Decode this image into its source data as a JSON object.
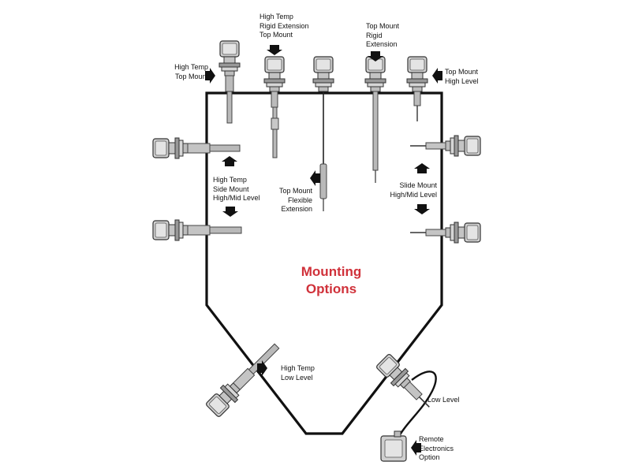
{
  "title": "Mounting\nOptions",
  "labels": {
    "high_temp_top_mount": "High Temp\nTop Mount",
    "high_temp_rigid_ext": "High Temp\nRigid Extension\nTop Mount",
    "top_mount_rigid_ext": "Top Mount\nRigid\nExtension",
    "top_mount_high_level": "Top Mount\nHigh Level",
    "high_temp_side_mount": "High Temp\nSide Mount\nHigh/Mid Level",
    "top_mount_flexible_ext": "Top Mount\nFlexible\nExtension",
    "slide_mount": "Slide Mount\nHigh/Mid Level",
    "high_temp_low_level": "High Temp\nLow Level",
    "low_level": "Low Level",
    "remote_electronics": "Remote\nElectronics\nOption"
  },
  "colors": {
    "title": "#d0313a",
    "outline": "#111111",
    "probe_fill": "#b9b9b9",
    "probe_stroke": "#444444"
  }
}
